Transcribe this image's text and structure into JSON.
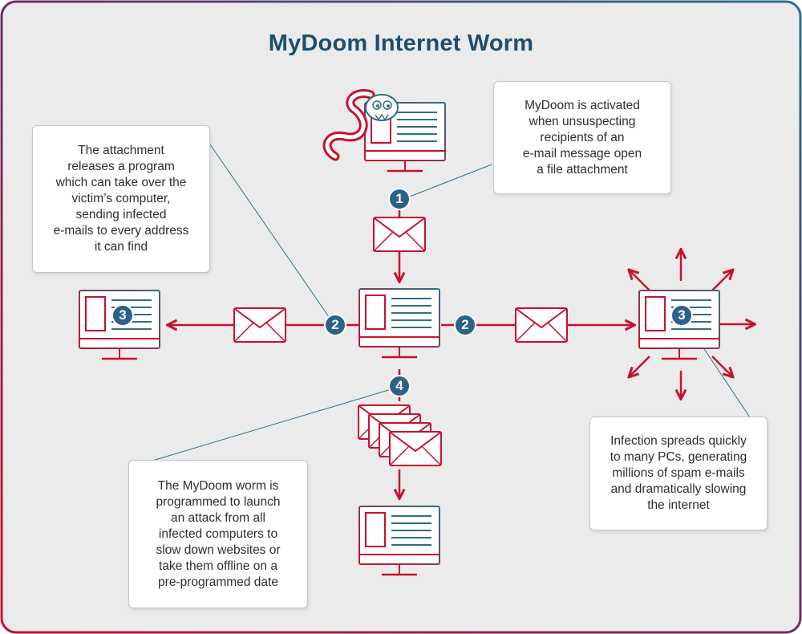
{
  "title": "MyDoom Internet Worm",
  "callouts": {
    "activation": "MyDoom is activated\nwhen unsuspecting\nrecipients of an\ne-mail message open\na file attachment",
    "attachment": "The attachment\nreleases a program\nwhich can take over the\nvictim’s computer,\nsending infected\ne-mails to every address\nit can find",
    "spread": "Infection spreads quickly\nto many PCs, generating\nmillions of spam e-mails\nand dramatically slowing\nthe internet",
    "attack": "The MyDoom worm is\nprogrammed to launch\nan attack from all\ninfected computers to\nslow down websites or\ntake them offline on a\npre-programmed date"
  },
  "steps": {
    "step1": "1",
    "step2_left": "2",
    "step2_right": "2",
    "step3_left": "3",
    "step3_right": "3",
    "step4": "4"
  },
  "colors": {
    "title": "#1d4e6e",
    "arrow_red": "#c8102e",
    "teal": "#2f6f86",
    "badge": "#2d6287",
    "frame_gradient": [
      "#c8102e",
      "#2f6f86"
    ]
  }
}
